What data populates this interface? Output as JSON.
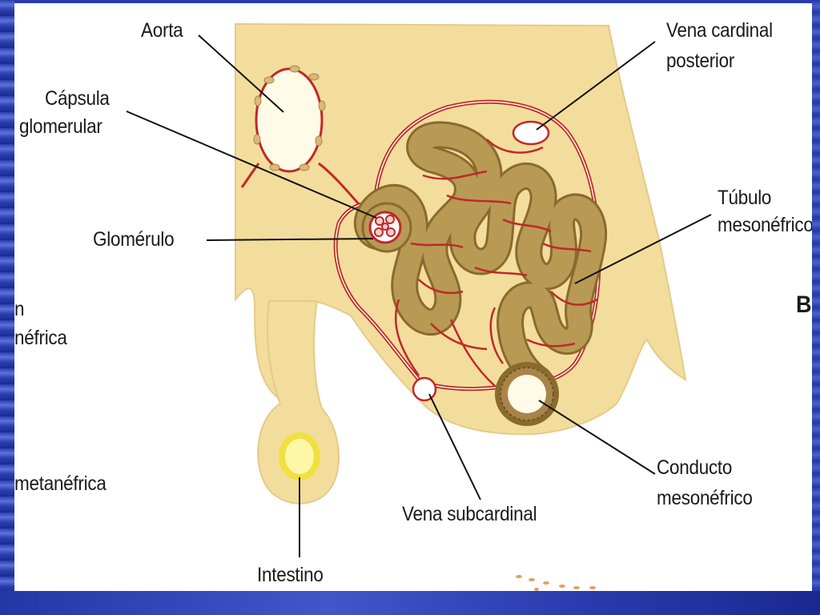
{
  "labels": {
    "aorta": "Aorta",
    "capsula_l1": "Cápsula",
    "capsula_l2": "glomerular",
    "glomerulo": "Glomérulo",
    "vena_cardinal_l1": "Vena cardinal",
    "vena_cardinal_l2": "posterior",
    "tubulo_l1": "Túbulo",
    "tubulo_l2": "mesonéfrico",
    "conducto_l1": "Conducto",
    "conducto_l2": "mesonéfrico",
    "vena_subcardinal": "Vena subcardinal",
    "intestino": "Intestino",
    "panel_letter": "B",
    "partial_n": "n",
    "partial_nefrica": "néfrica",
    "partial_metanefrica": "metanéfrica"
  },
  "colors": {
    "tissue": "#f3dd9c",
    "tubule": "#b89a55",
    "vessel": "#c0282a",
    "lumen": "#fffbe6",
    "frame": "#1d2f9a"
  }
}
